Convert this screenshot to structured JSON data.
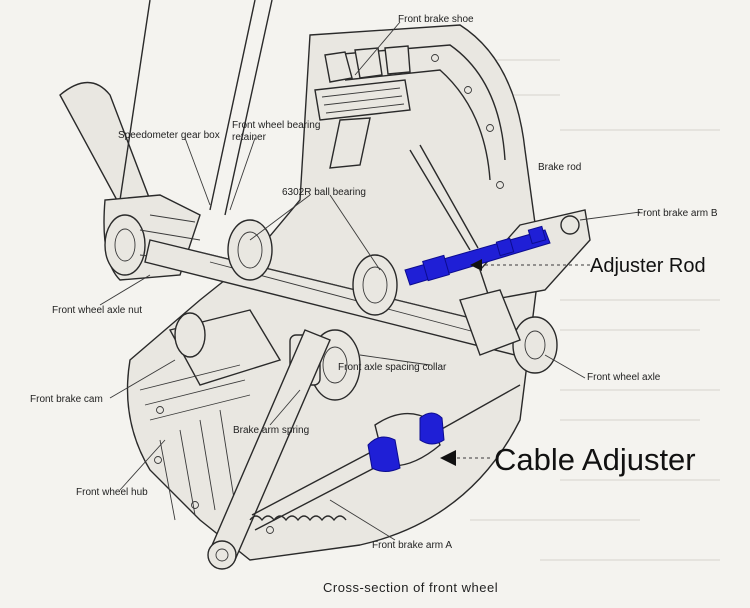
{
  "labels": {
    "front_brake_shoe": "Front brake shoe",
    "speedometer_gear_box": "Speedometer gear box",
    "front_wheel_bearing_retainer_1": "Front wheel bearing",
    "front_wheel_bearing_retainer_2": "retainer",
    "ball_bearing": "6302R ball bearing",
    "brake_rod": "Brake rod",
    "front_brake_arm_b": "Front brake arm B",
    "adjuster_rod": "Adjuster Rod",
    "front_wheel_axle_nut": "Front wheel axle nut",
    "front_axle_spacing_collar": "Front axle spacing collar",
    "front_wheel_axle": "Front wheel axle",
    "front_brake_cam": "Front brake cam",
    "brake_arm_spring": "Brake arm spring",
    "cable_adjuster": "Cable Adjuster",
    "front_wheel_hub": "Front wheel hub",
    "front_brake_arm_a": "Front brake arm A",
    "caption": "Cross-section of front wheel"
  },
  "colors": {
    "highlight": "#1f1fd6",
    "ink": "#2a2a2a",
    "paper": "#f4f3ef"
  }
}
